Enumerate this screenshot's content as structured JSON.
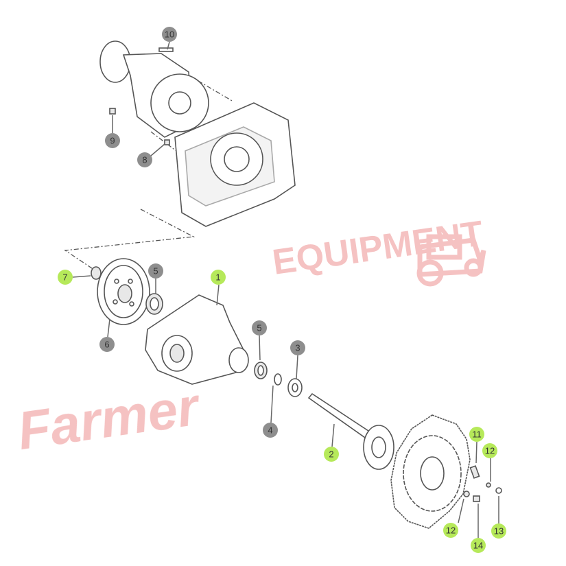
{
  "diagram": {
    "title": "Final drive / axle housing exploded parts diagram",
    "callouts": [
      {
        "id": "c10",
        "label": "10",
        "color": "#8e8e8e"
      },
      {
        "id": "c9",
        "label": "9",
        "color": "#8e8e8e"
      },
      {
        "id": "c8",
        "label": "8",
        "color": "#8e8e8e"
      },
      {
        "id": "c7",
        "label": "7",
        "color": "#b6e95a"
      },
      {
        "id": "c5a",
        "label": "5",
        "color": "#8e8e8e"
      },
      {
        "id": "c1",
        "label": "1",
        "color": "#b6e95a"
      },
      {
        "id": "c6",
        "label": "6",
        "color": "#8e8e8e"
      },
      {
        "id": "c5b",
        "label": "5",
        "color": "#8e8e8e"
      },
      {
        "id": "c3",
        "label": "3",
        "color": "#8e8e8e"
      },
      {
        "id": "c4",
        "label": "4",
        "color": "#8e8e8e"
      },
      {
        "id": "c2",
        "label": "2",
        "color": "#b6e95a"
      },
      {
        "id": "c11",
        "label": "11",
        "color": "#b6e95a"
      },
      {
        "id": "c12a",
        "label": "12",
        "color": "#b6e95a"
      },
      {
        "id": "c12b",
        "label": "12",
        "color": "#b6e95a"
      },
      {
        "id": "c13",
        "label": "13",
        "color": "#b6e95a"
      },
      {
        "id": "c14",
        "label": "14",
        "color": "#b6e95a"
      }
    ]
  },
  "watermark": {
    "script": "Farmer",
    "word": "EQUIPMENT",
    "color": "#f4b8b8"
  }
}
